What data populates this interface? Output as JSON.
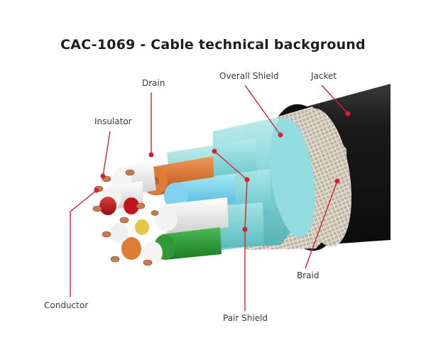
{
  "title": "CAC-1069 - Cable technical background",
  "labels": {
    "drain": "Drain",
    "overall_shield": "Overall Shield",
    "jacket": "Jacket",
    "insulator": "Insulator",
    "conductor": "Conductor",
    "pair_shield": "Pair Shield",
    "braid": "Braid"
  },
  "colors": {
    "leader": "#d7202f",
    "jacket": "#1b1b1b",
    "shield": "#7ed3d6",
    "braid": "#c9c0b3",
    "drain": "#d9722e"
  }
}
